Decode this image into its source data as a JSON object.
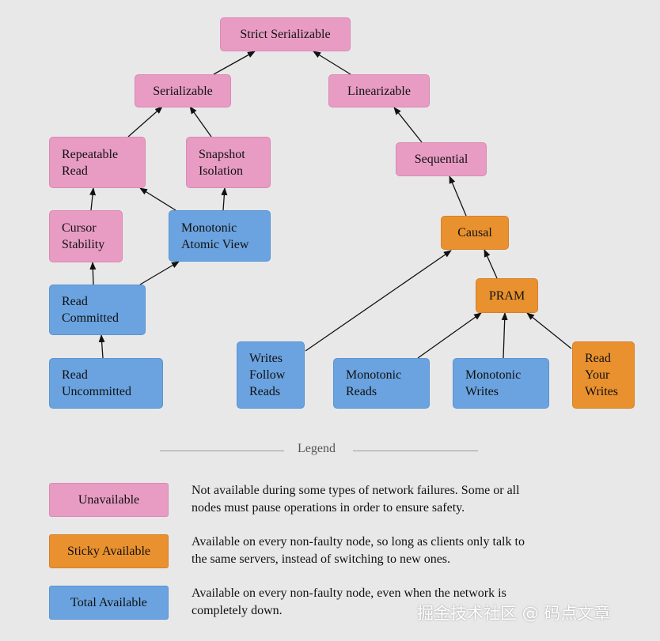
{
  "nodes": {
    "strict_serializable": "Strict Serializable",
    "serializable": "Serializable",
    "linearizable": "Linearizable",
    "repeatable_read": "Repeatable\nRead",
    "snapshot_isolation": "Snapshot\nIsolation",
    "sequential": "Sequential",
    "cursor_stability": "Cursor\nStability",
    "monotonic_atomic_view": "Monotonic\nAtomic View",
    "causal": "Causal",
    "read_committed": "Read\nCommitted",
    "pram": "PRAM",
    "read_uncommitted": "Read\nUncommitted",
    "writes_follow_reads": "Writes\nFollow\nReads",
    "monotonic_reads": "Monotonic\nReads",
    "monotonic_writes": "Monotonic\nWrites",
    "read_your_writes": "Read\nYour\nWrites"
  },
  "legend": {
    "title": "Legend",
    "items": [
      {
        "label": "Unavailable",
        "color": "#e89cc3",
        "description": "Not available during some types of network failures. Some or all nodes must pause operations in order to ensure safety."
      },
      {
        "label": "Sticky Available",
        "color": "#e9912f",
        "description": "Available on every non-faulty node, so long as clients only talk to the same servers, instead of switching to new ones."
      },
      {
        "label": "Total Available",
        "color": "#6aa3e0",
        "description": "Available on every non-faulty node, even when the network is completely down."
      }
    ]
  },
  "colors": {
    "unavailable": "#e89cc3",
    "sticky_available": "#e9912f",
    "total_available": "#6aa3e0"
  },
  "watermark": "掘金技术社区 @ 码点文章"
}
